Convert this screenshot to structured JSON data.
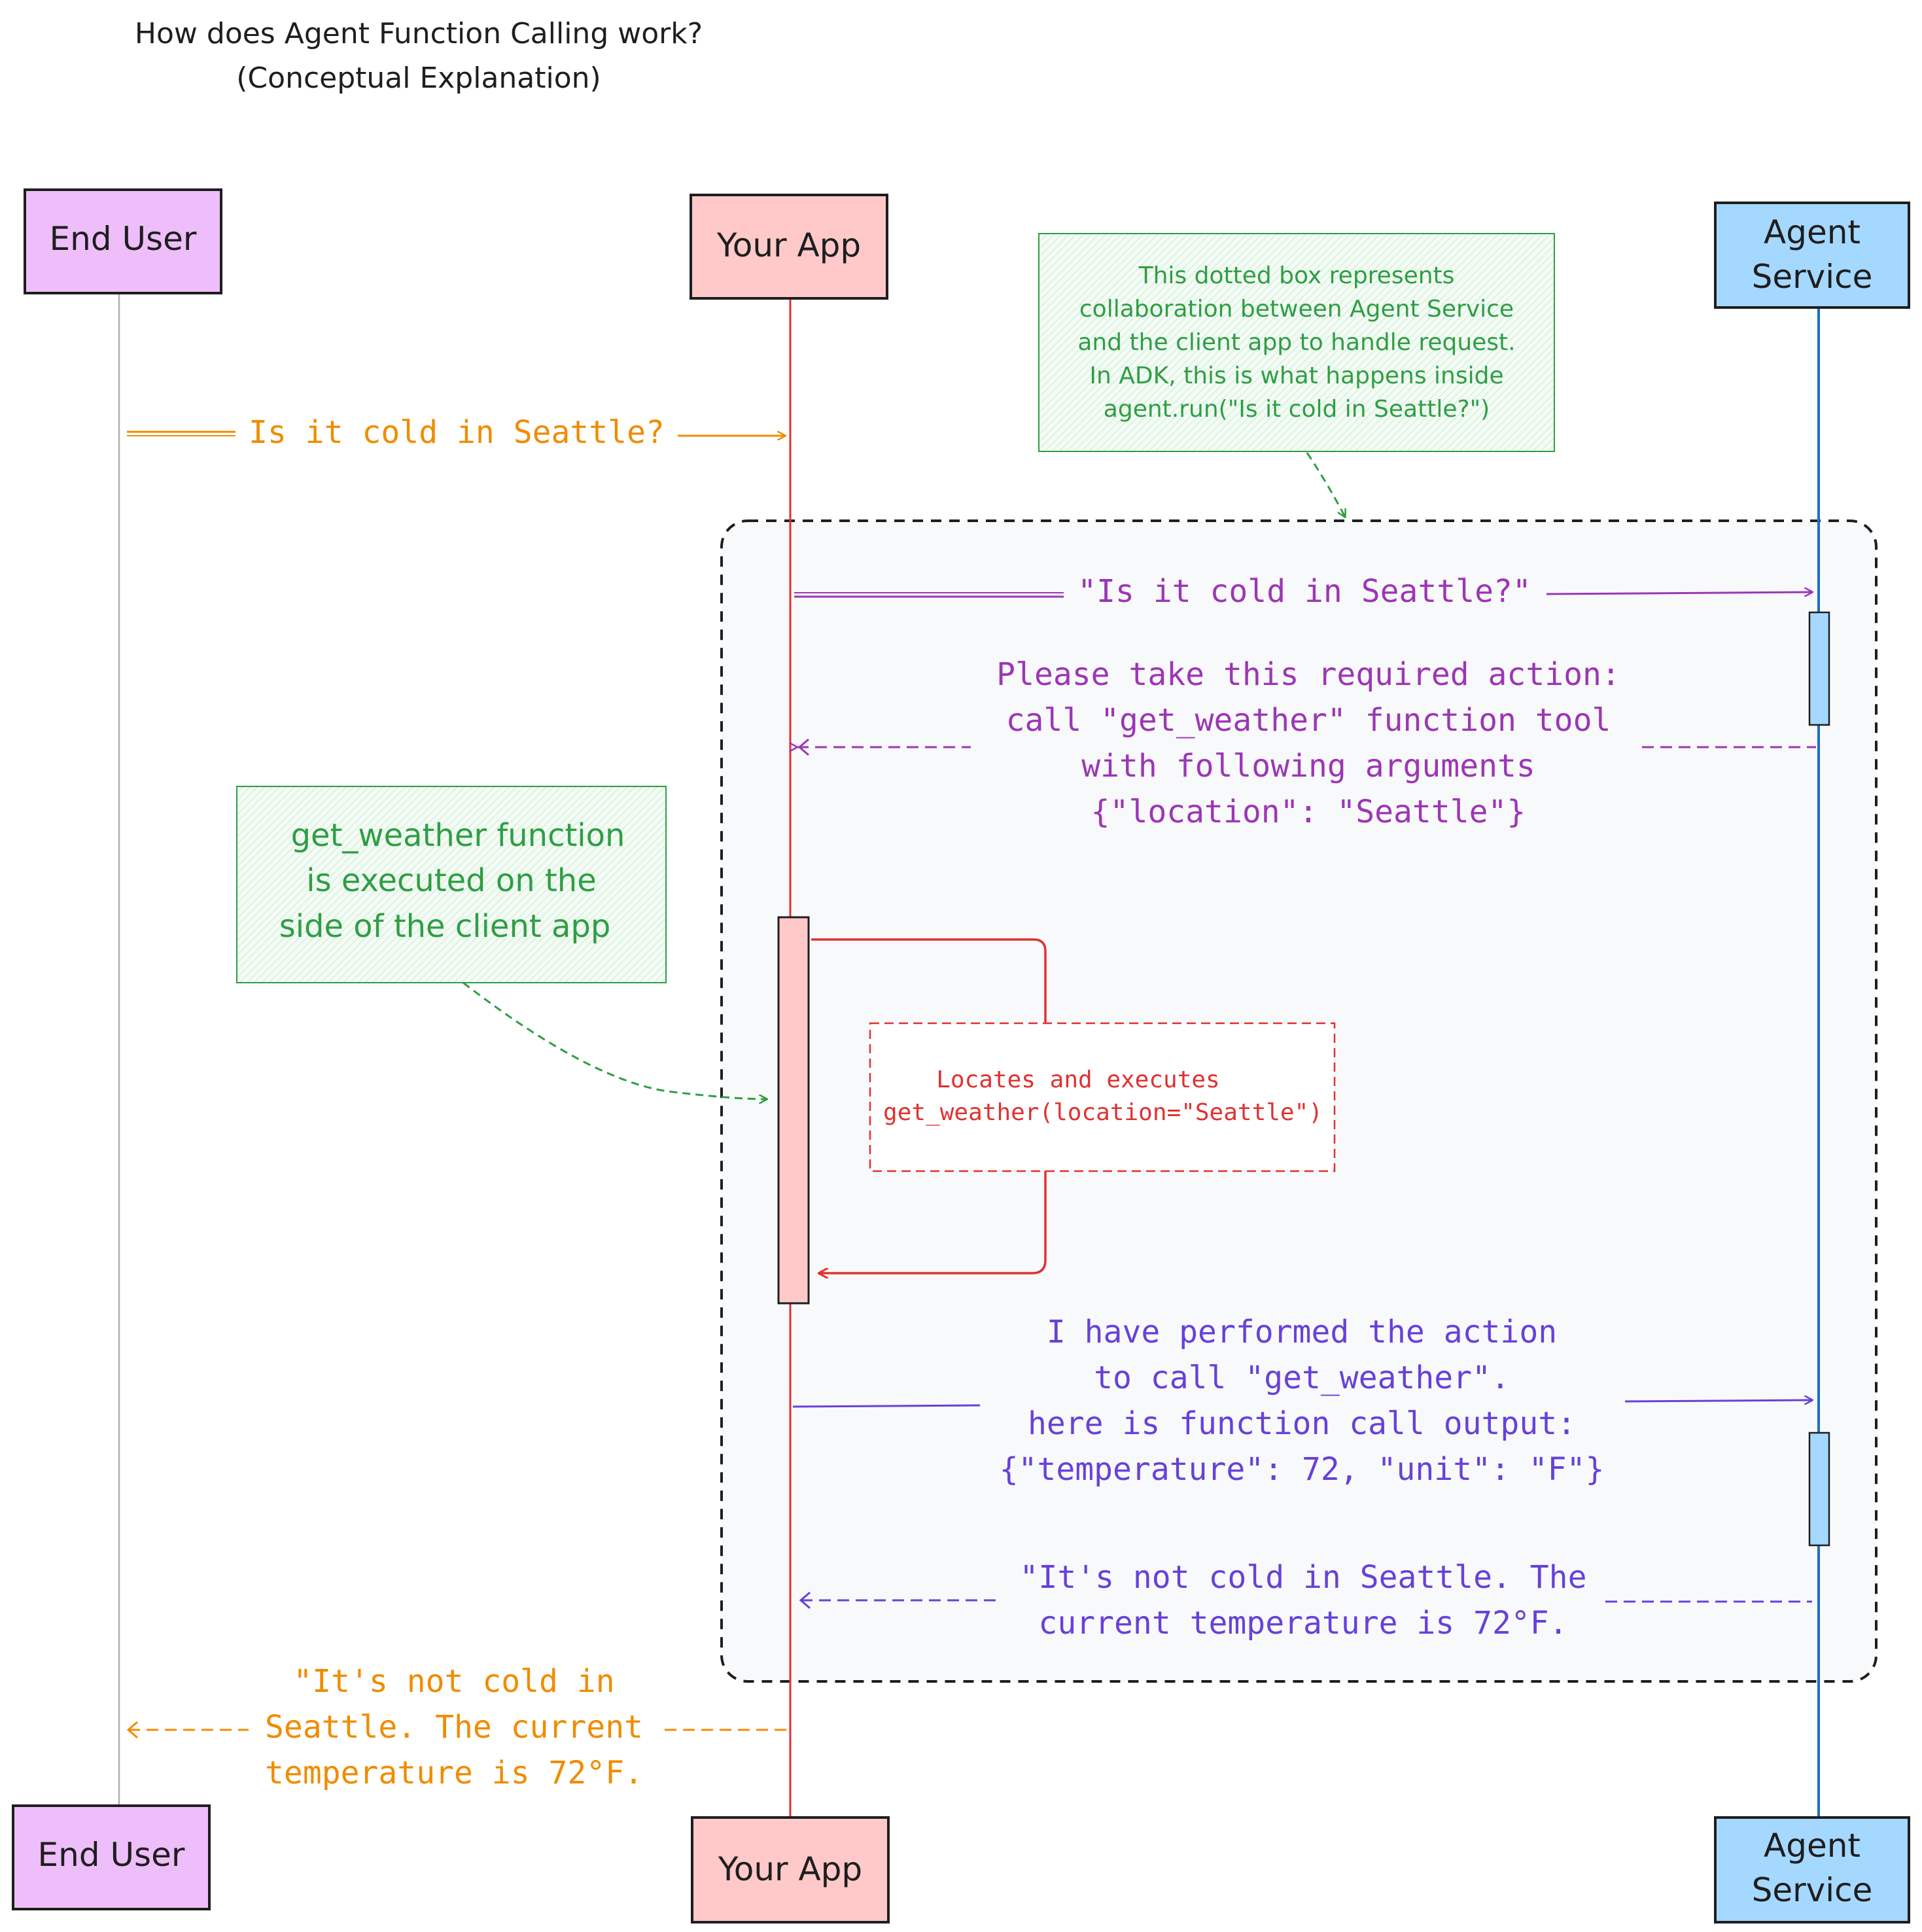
{
  "title": {
    "line1": "How does Agent Function Calling work?",
    "line2": "(Conceptual Explanation)"
  },
  "participants": {
    "end_user": "End User",
    "your_app": "Your App",
    "agent_service_line1": "Agent",
    "agent_service_line2": "Service"
  },
  "notes": {
    "dotted_box": [
      "This dotted box represents",
      "collaboration between Agent Service",
      "and the client app to handle request.",
      "In ADK, this is what happens inside",
      "agent.run(\"Is it cold in Seattle?\")"
    ],
    "client_exec": [
      "get_weather function",
      "is executed on the",
      "side of the client app"
    ]
  },
  "messages": {
    "user_question": "Is it cold in Seattle?",
    "app_to_agent": "\"Is it cold in Seattle?\"",
    "required_action": [
      "Please take this required action:",
      "call \"get_weather\" function tool",
      "with following arguments",
      "{\"location\": \"Seattle\"}"
    ],
    "self_call": [
      "Locates and executes",
      "get_weather(location=\"Seattle\")"
    ],
    "action_performed": [
      "I have performed the action",
      "to call \"get_weather\".",
      "here is function call output:",
      "{\"temperature\": 72, \"unit\": \"F\"}"
    ],
    "agent_answer": [
      "\"It's not cold in Seattle. The",
      "current temperature is 72°F."
    ],
    "app_answer": [
      "\"It's not cold in",
      "Seattle. The current",
      "temperature is 72°F."
    ]
  },
  "colors": {
    "end_user_fill": "#eebefa",
    "your_app_fill": "#ffc9c9",
    "agent_fill": "#a5d8ff",
    "orange": "#f08c00",
    "purple": "#9c36b5",
    "violet": "#6741d9",
    "green": "#2f9e44",
    "red": "#e03131",
    "blue": "#1971c2"
  }
}
